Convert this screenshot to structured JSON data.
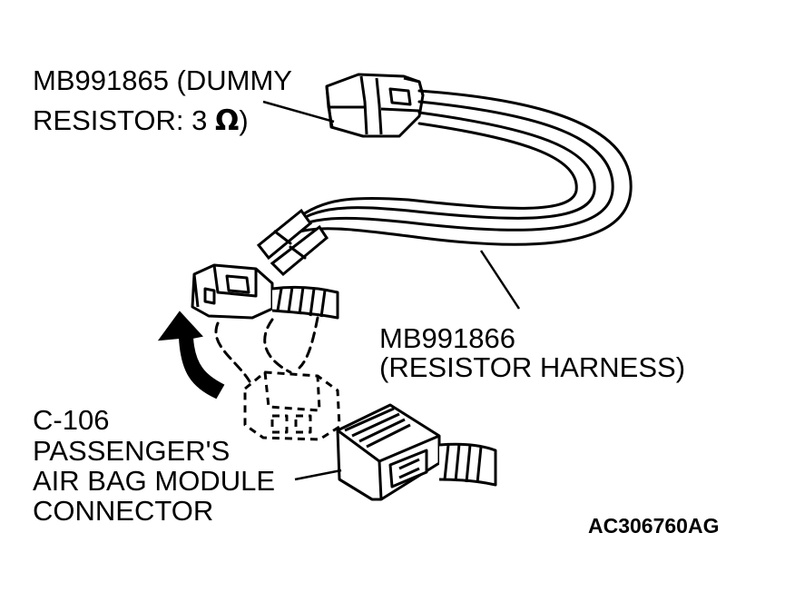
{
  "labels": {
    "dummy_resistor": {
      "line1": "MB991865 (DUMMY",
      "line2_prefix": "RESISTOR: 3 ",
      "line2_symbol": "Ω",
      "line2_suffix": ")"
    },
    "resistor_harness": {
      "line1": "MB991866",
      "line2": "(RESISTOR HARNESS)"
    },
    "connector": {
      "line1": "C-106",
      "line2": "PASSENGER'S",
      "line3": "AIR BAG MODULE",
      "line4": "CONNECTOR"
    },
    "figure_code": "AC306760AG"
  },
  "icons": [
    "dummy-resistor-icon",
    "resistor-harness-icon",
    "airbag-connector-icon",
    "insert-direction-arrow-icon"
  ],
  "colors": {
    "ink": "#000000",
    "paper": "#ffffff"
  }
}
